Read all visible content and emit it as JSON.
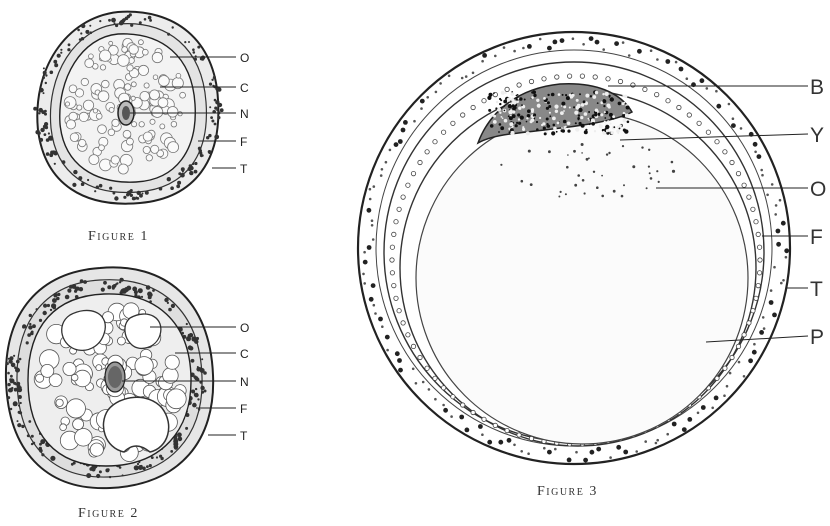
{
  "figures": [
    {
      "caption": "Figure 1",
      "labels": [
        "O",
        "C",
        "N",
        "F",
        "T"
      ]
    },
    {
      "caption": "Figure 2",
      "labels": [
        "O",
        "C",
        "N",
        "F",
        "T"
      ]
    },
    {
      "caption": "Figure 3",
      "labels": [
        "B",
        "Y",
        "O",
        "F",
        "T",
        "P"
      ]
    }
  ]
}
